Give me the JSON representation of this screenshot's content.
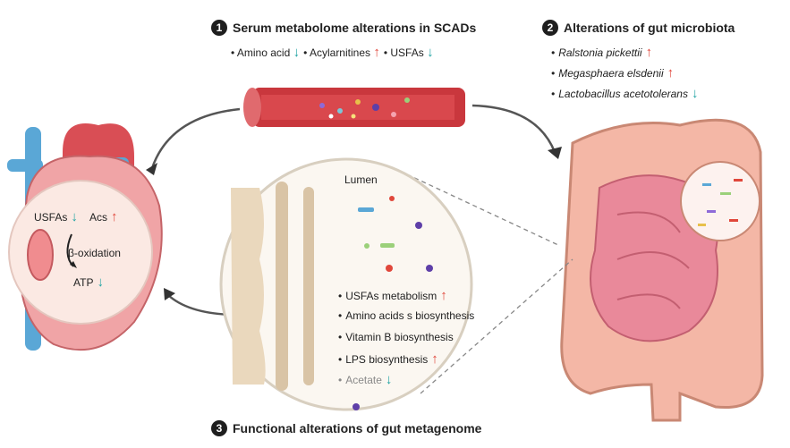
{
  "section1": {
    "number": "1",
    "title": "Serum metabolome alterations in SCADs",
    "items": [
      {
        "label": "Amino acid",
        "direction": "down"
      },
      {
        "label": "Acylarnitines",
        "direction": "up"
      },
      {
        "label": "USFAs",
        "direction": "down"
      }
    ]
  },
  "section2": {
    "number": "2",
    "title": "Alterations of gut microbiota",
    "items": [
      {
        "label": "Ralstonia pickettii",
        "direction": "up"
      },
      {
        "label": "Megasphaera elsdenii",
        "direction": "up"
      },
      {
        "label": "Lactobacillus acetotolerans",
        "direction": "down"
      }
    ]
  },
  "section3": {
    "number": "3",
    "title": "Functional alterations of gut metagenome",
    "lumen_label": "Lumen",
    "items": [
      {
        "label": "USFAs metabolism",
        "direction": "up"
      },
      {
        "label": "Amino acids s biosynthesis",
        "direction": ""
      },
      {
        "label": "Vitamin B biosynthesis",
        "direction": ""
      },
      {
        "label": "LPS biosynthesis",
        "direction": "up"
      },
      {
        "label": "Acetate",
        "direction": "down"
      }
    ]
  },
  "heart": {
    "usfas": "USFAs",
    "acs": "Acs",
    "oxidation": "β-oxidation",
    "atp": "ATP"
  },
  "colors": {
    "up": "#e0473b",
    "down": "#1fa3a3"
  }
}
